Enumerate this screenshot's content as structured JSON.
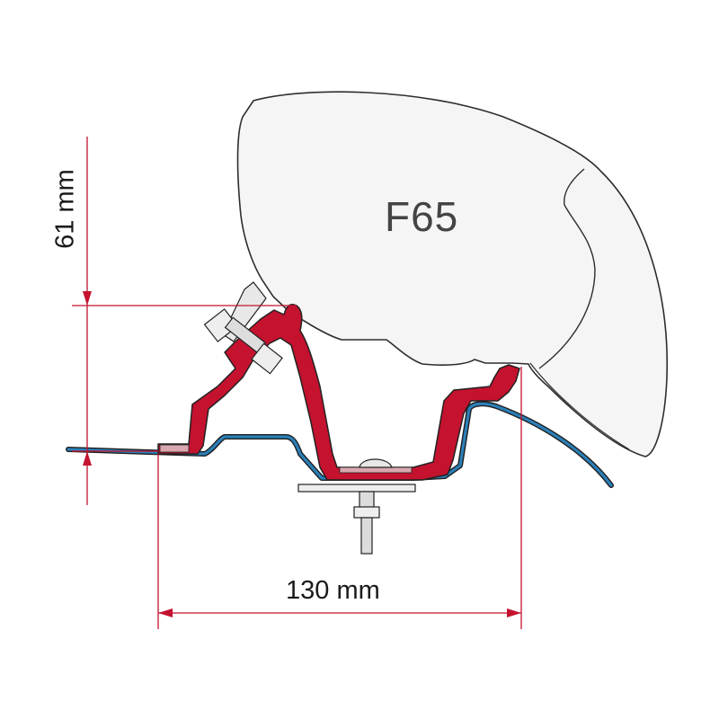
{
  "product": {
    "name": "F65"
  },
  "dimensions": {
    "width": "130 mm",
    "height": "61 mm"
  },
  "colors": {
    "bracket": "#c4122f",
    "roof_profile": "#2b7fb8",
    "awning_body": "#f4f4f4",
    "outline": "#333333",
    "dimension_line": "#c4122f"
  }
}
